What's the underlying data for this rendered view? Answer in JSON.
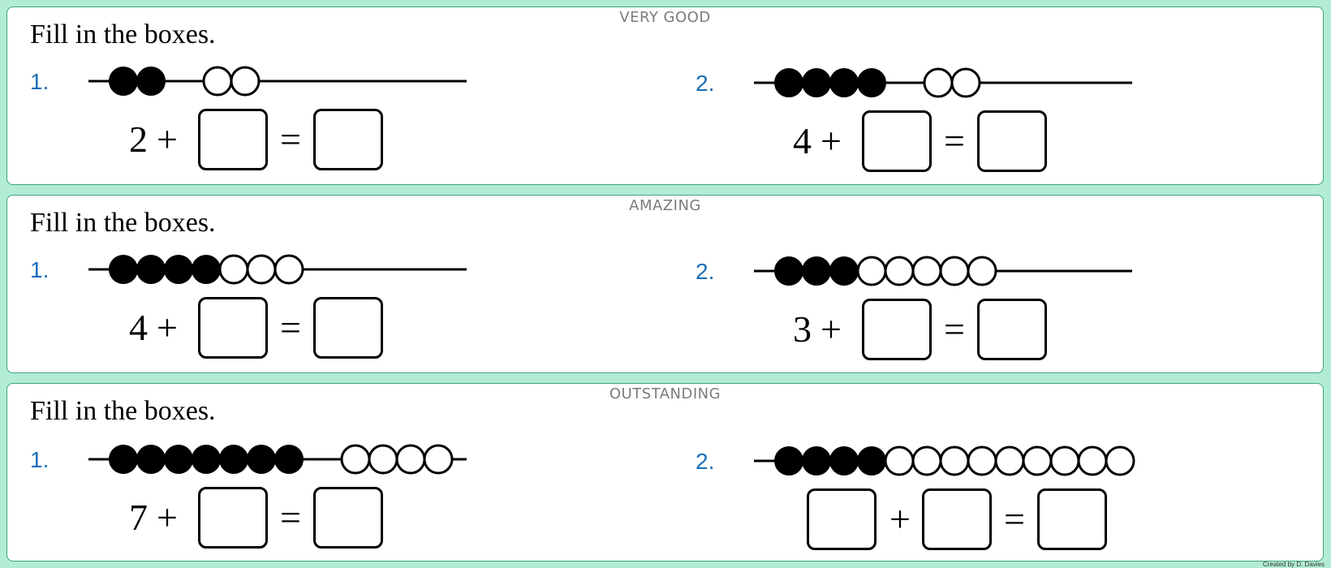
{
  "sections": [
    {
      "title": "VERY GOOD",
      "instruction": "Fill in the boxes.",
      "questions": [
        {
          "number": "1.",
          "filled": 2,
          "empty": 2,
          "start": "2",
          "op": "+",
          "eq": "="
        },
        {
          "number": "2.",
          "filled": 4,
          "empty": 2,
          "start": "4",
          "op": "+",
          "eq": "="
        }
      ]
    },
    {
      "title": "AMAZING",
      "instruction": "Fill in the boxes.",
      "questions": [
        {
          "number": "1.",
          "filled": 4,
          "empty": 3,
          "start": "4",
          "op": "+",
          "eq": "="
        },
        {
          "number": "2.",
          "filled": 3,
          "empty": 5,
          "start": "3",
          "op": "+",
          "eq": "="
        }
      ]
    },
    {
      "title": "OUTSTANDING",
      "instruction": "Fill in the boxes.",
      "questions": [
        {
          "number": "1.",
          "filled": 7,
          "empty": 4,
          "start": "7",
          "op": "+",
          "eq": "="
        },
        {
          "number": "2.",
          "filled": 4,
          "empty": 9,
          "start": "",
          "op": "+",
          "eq": "="
        }
      ]
    }
  ],
  "credit": "Created by D. Davies"
}
